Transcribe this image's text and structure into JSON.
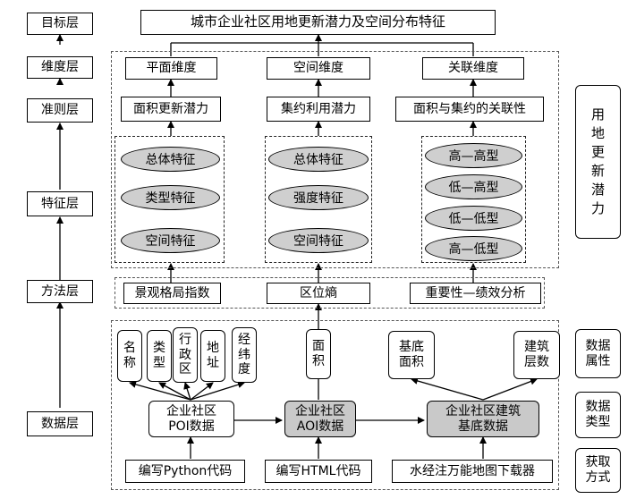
{
  "title": "城市企业社区用地更新潜力及空间分布特征",
  "layers": {
    "target": "目标层",
    "dimension": "维度层",
    "criteria": "准则层",
    "feature": "特征层",
    "method": "方法层",
    "data": "数据层"
  },
  "dimensions": [
    "平面维度",
    "空间维度",
    "关联维度"
  ],
  "criteria": [
    "面积更新潜力",
    "集约利用潜力",
    "面积与集约的关联性"
  ],
  "features_col1": [
    "总体特征",
    "类型特征",
    "空间特征"
  ],
  "features_col2": [
    "总体特征",
    "强度特征",
    "空间特征"
  ],
  "features_col3": [
    "高—高型",
    "低—高型",
    "低—低型",
    "高—低型"
  ],
  "methods": [
    "景观格局指数",
    "区位熵",
    "重要性—绩效分析"
  ],
  "poi_attrs": [
    "名\n称",
    "类\n型",
    "行\n政\n区",
    "地\n址",
    "经\n纬\n度"
  ],
  "aoi_attrs": [
    "面\n积"
  ],
  "building_attrs": [
    "基底\n面积",
    "建筑\n层数"
  ],
  "data_types": [
    "企业社区\nPOI数据",
    "企业社区\nAOI数据",
    "企业社区建筑\n基底数据"
  ],
  "acquisition": [
    "编写Python代码",
    "编写HTML代码",
    "水经注万能地图下载器"
  ],
  "right_labels": {
    "potential": "用\n地\n更\n新\n潜\n力",
    "attributes": "数据\n属性",
    "types": "数据\n类型",
    "methods": "获取\n方式"
  }
}
